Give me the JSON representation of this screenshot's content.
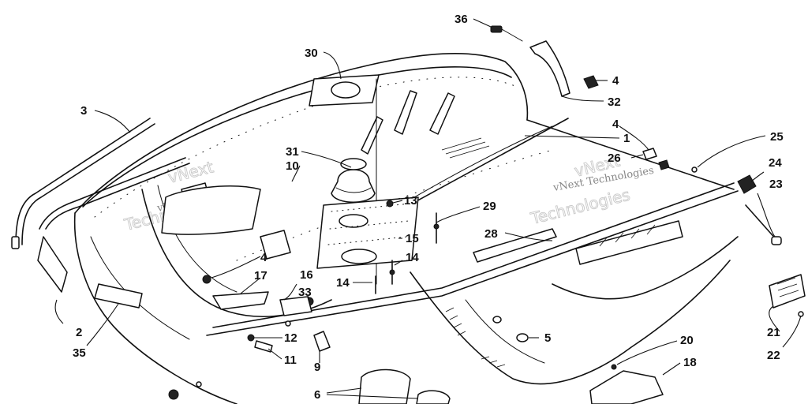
{
  "labels": [
    {
      "id": "l36",
      "text": "36"
    },
    {
      "id": "l30",
      "text": "30"
    },
    {
      "id": "l4a",
      "text": "4"
    },
    {
      "id": "l32",
      "text": "32"
    },
    {
      "id": "l3",
      "text": "3"
    },
    {
      "id": "l4b",
      "text": "4"
    },
    {
      "id": "l1",
      "text": "1"
    },
    {
      "id": "l25",
      "text": "25"
    },
    {
      "id": "l26",
      "text": "26"
    },
    {
      "id": "l24",
      "text": "24"
    },
    {
      "id": "l31",
      "text": "31"
    },
    {
      "id": "l10",
      "text": "10"
    },
    {
      "id": "l13",
      "text": "13"
    },
    {
      "id": "l23",
      "text": "23"
    },
    {
      "id": "l29",
      "text": "29"
    },
    {
      "id": "l28",
      "text": "28"
    },
    {
      "id": "l15",
      "text": "15"
    },
    {
      "id": "l14a",
      "text": "14"
    },
    {
      "id": "l4c",
      "text": "4"
    },
    {
      "id": "l17",
      "text": "17"
    },
    {
      "id": "l16",
      "text": "16"
    },
    {
      "id": "l14b",
      "text": "14"
    },
    {
      "id": "l33",
      "text": "33"
    },
    {
      "id": "l2",
      "text": "2"
    },
    {
      "id": "l35",
      "text": "35"
    },
    {
      "id": "l12",
      "text": "12"
    },
    {
      "id": "l5",
      "text": "5"
    },
    {
      "id": "l11",
      "text": "11"
    },
    {
      "id": "l9",
      "text": "9"
    },
    {
      "id": "l20",
      "text": "20"
    },
    {
      "id": "l18",
      "text": "18"
    },
    {
      "id": "l21",
      "text": "21"
    },
    {
      "id": "l22",
      "text": "22"
    },
    {
      "id": "l6",
      "text": "6"
    }
  ],
  "watermarks": [
    {
      "id": "w1",
      "text": "vNext"
    },
    {
      "id": "w2",
      "text": "Technologies"
    },
    {
      "id": "w3",
      "text": "vNext Technologies"
    },
    {
      "id": "w4",
      "text": "vNext"
    },
    {
      "id": "w5",
      "text": "Technologies"
    },
    {
      "id": "w6",
      "text": "vNext Technologies"
    }
  ]
}
